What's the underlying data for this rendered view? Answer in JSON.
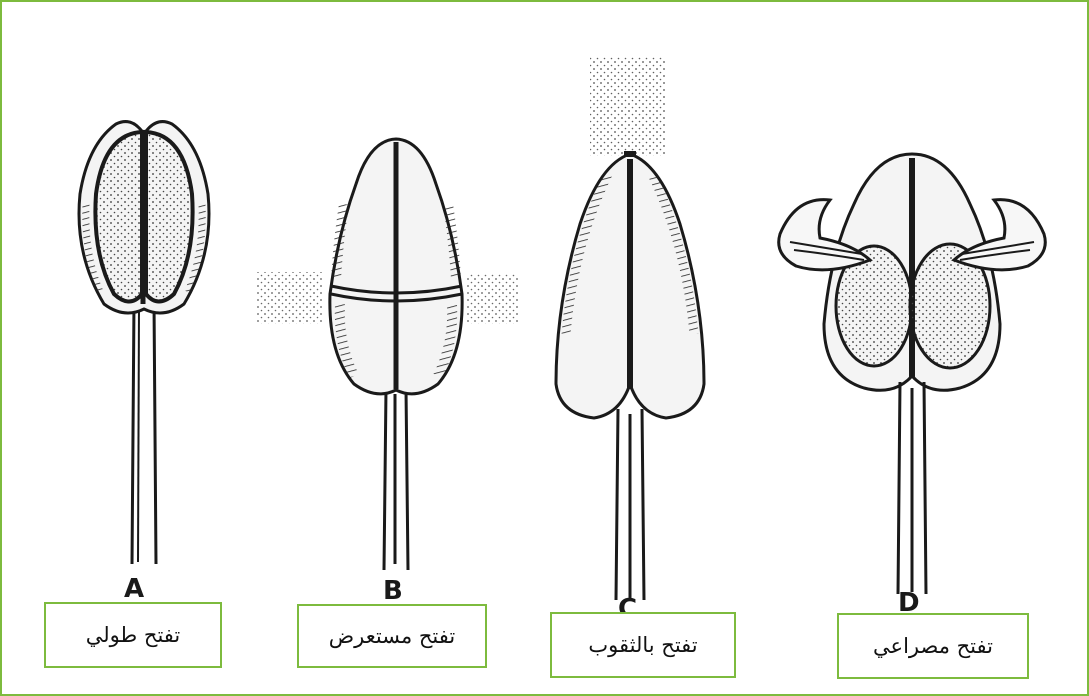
{
  "colors": {
    "frame_border": "#7dbb3e",
    "label_border": "#7dbb3e",
    "ink": "#1a1a1a",
    "background": "#ffffff"
  },
  "anthers": [
    {
      "letter": "A",
      "label": "تفتح طولي"
    },
    {
      "letter": "B",
      "label": "تفتح مستعرض"
    },
    {
      "letter": "C",
      "label": "تفتح بالثقوب"
    },
    {
      "letter": "D",
      "label": "تفتح مصراعي"
    }
  ]
}
